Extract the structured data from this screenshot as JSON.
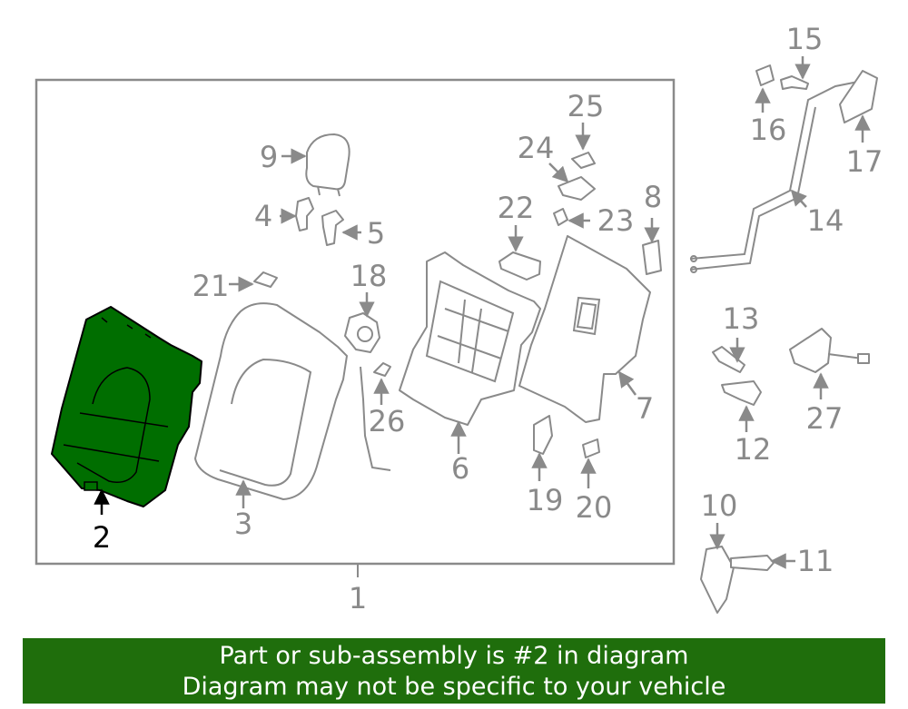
{
  "highlight_color": "#006e00",
  "banner_color": "#1f6e0c",
  "callouts": [
    "1",
    "2",
    "3",
    "4",
    "5",
    "6",
    "7",
    "8",
    "9",
    "10",
    "11",
    "12",
    "13",
    "14",
    "15",
    "16",
    "17",
    "18",
    "19",
    "20",
    "21",
    "22",
    "23",
    "24",
    "25",
    "26",
    "27"
  ],
  "highlighted_part": "2",
  "banner": {
    "line1": "Part or sub-assembly is #2 in diagram",
    "line2": "Diagram may not be specific to your vehicle"
  }
}
